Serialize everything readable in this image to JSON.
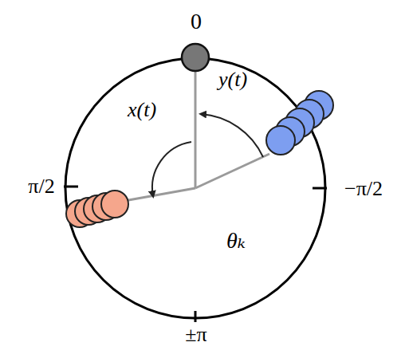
{
  "diagram": {
    "labels": [
      "0",
      "π/2",
      "−π/2",
      "±π",
      "x(t)",
      "y(t)",
      "θₖ"
    ]
  }
}
